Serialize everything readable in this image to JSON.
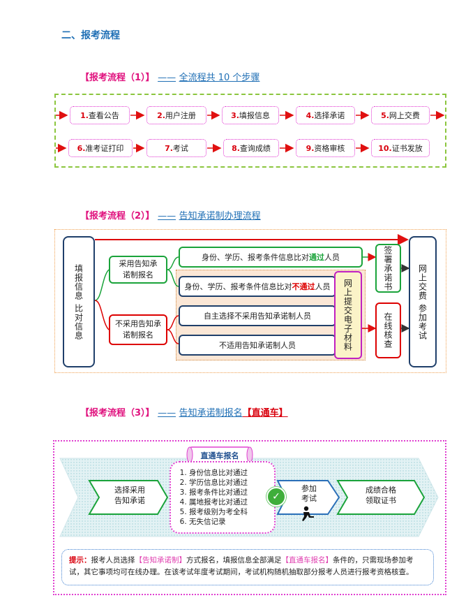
{
  "section_title": "二、报考流程",
  "flow1": {
    "prefix": "【报考流程（1）】",
    "dash": "——",
    "subtitle": "全流程共 10 个步骤",
    "steps": [
      {
        "num": "1.",
        "text": "查看公告"
      },
      {
        "num": "2.",
        "text": "用户注册"
      },
      {
        "num": "3.",
        "text": "填报信息"
      },
      {
        "num": "4.",
        "text": "选择承诺"
      },
      {
        "num": "5.",
        "text": "网上交费"
      },
      {
        "num": "6.",
        "text": "准考证打印"
      },
      {
        "num": "7.",
        "text": "考试"
      },
      {
        "num": "8.",
        "text": "查询成绩"
      },
      {
        "num": "9.",
        "text": "资格审核"
      },
      {
        "num": "10.",
        "text": "证书发放"
      }
    ]
  },
  "flow2": {
    "prefix": "【报考流程（2）】",
    "dash": "——",
    "subtitle": "告知承诺制办理流程",
    "left_box": "填报信息 比对信息",
    "adopt": "采用告知承诺制报名",
    "not_adopt": "不采用告知承诺制报名",
    "row1_pre": "身份、学历、报考条件信息比对",
    "row1_key": "通过",
    "row1_post": "人员",
    "row2_pre": "身份、学历、报考条件信息比对",
    "row2_key": "不通过",
    "row2_post": "人员",
    "row3": "自主选择不采用告知承诺制人员",
    "row4": "不适用告知承诺制人员",
    "upload": "网上提交电子材料",
    "sign": "签署承诺书",
    "online_check": "在线核查",
    "right_box": "网上交费 参加考试"
  },
  "flow3": {
    "prefix": "【报考流程（3）】",
    "dash": "——",
    "subtitle": "告知承诺制报名",
    "subtitle_red": "【直通车】",
    "banner": "直通车报名",
    "left_label": "选择采用\n告知承诺",
    "conditions": [
      "身份信息比对通过",
      "学历信息比对通过",
      "报考条件比对通过",
      "属地报考比对通过",
      "报考级别为考全科",
      "无失信记录"
    ],
    "exam_label": "参加\n考试",
    "right_label": "成绩合格\n领取证书",
    "tip_label": "提示：",
    "tip_a": "报考人员选择",
    "tip_b": "【告知承诺制】",
    "tip_c": "方式报名，填报信息全部满足",
    "tip_d": "【直通车报名】",
    "tip_e": "条件的，只需现场参加考试，其它事项均可在线办理。在该考试年度考试期间，考试机构随机抽取部分报考人员进行报考资格核查。"
  },
  "colors": {
    "accent_blue": "#1f6fb5",
    "magenta": "#e0127e",
    "red": "#d9000d",
    "green": "#1aa33a",
    "navy": "#1f3f6a"
  }
}
